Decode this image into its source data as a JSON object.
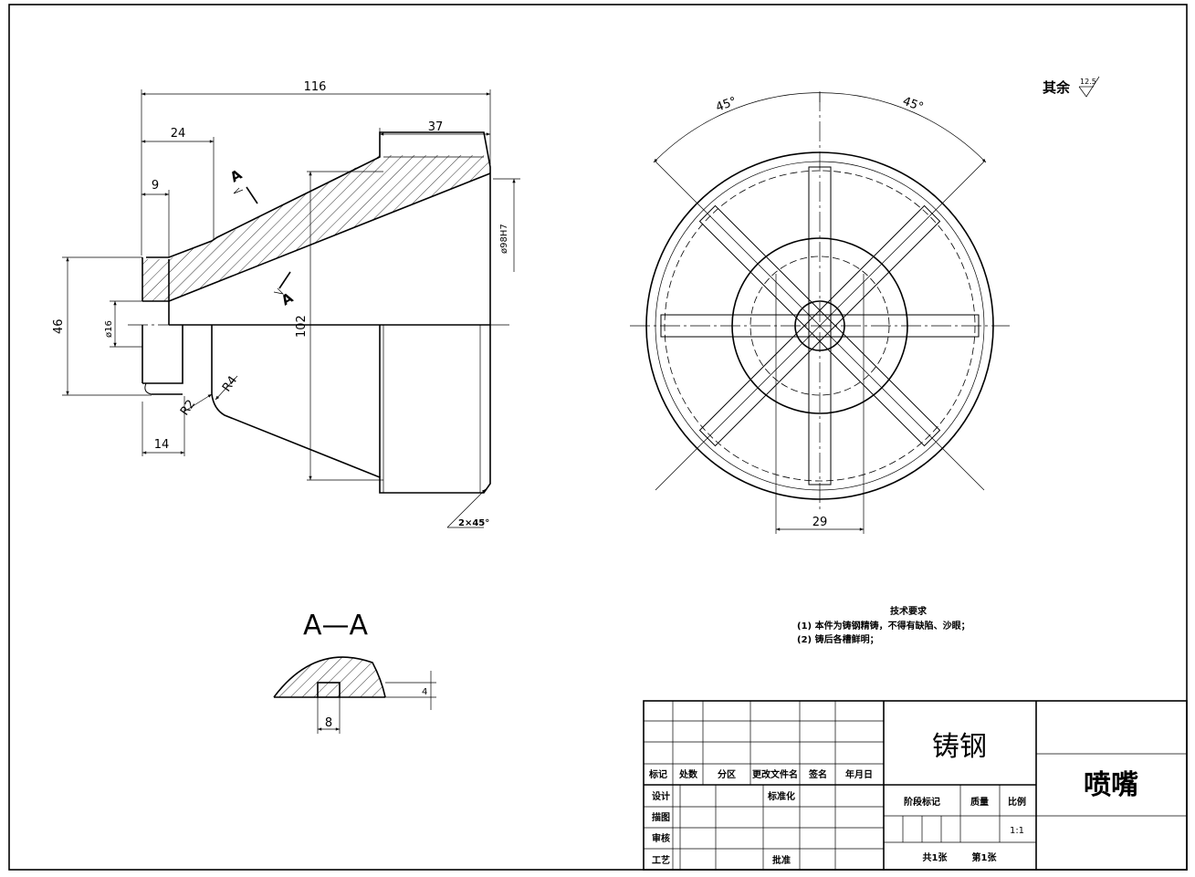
{
  "front_view": {
    "dims": {
      "overall_length": "116",
      "step_24": "24",
      "step_9": "9",
      "len_37": "37",
      "dia_46": "46",
      "dia_16": "ø16",
      "dia_102": "102",
      "bore": "ø98H7",
      "r2": "R2",
      "r4": "R4",
      "len_14": "14",
      "chamfer": "2×45°"
    },
    "section_mark": "A"
  },
  "side_view": {
    "angle_left": "45°",
    "angle_right": "45°",
    "width_29": "29"
  },
  "roughness": {
    "label": "其余",
    "value": "12.5"
  },
  "section_view": {
    "title": "A—A",
    "dim_4": "4",
    "dim_8": "8"
  },
  "tech_requirements": {
    "title": "技术要求",
    "items": [
      "(1)  本件为铸钢精铸，不得有缺陷、沙眼；",
      "(2)  铸后各槽鲜明；"
    ]
  },
  "title_block": {
    "headers": [
      "标记",
      "处数",
      "分区",
      "更改文件名",
      "签名",
      "年月日"
    ],
    "rows": [
      "设计",
      "描图",
      "审核",
      "工艺"
    ],
    "standardize": "标准化",
    "approve": "批准",
    "material": "铸钢",
    "part_name": "喷嘴",
    "stage_mark": "阶段标记",
    "mass": "质量",
    "scale_label": "比例",
    "scale_value": "1:1",
    "sheets_total": "共1张",
    "sheet_no": "第1张"
  }
}
